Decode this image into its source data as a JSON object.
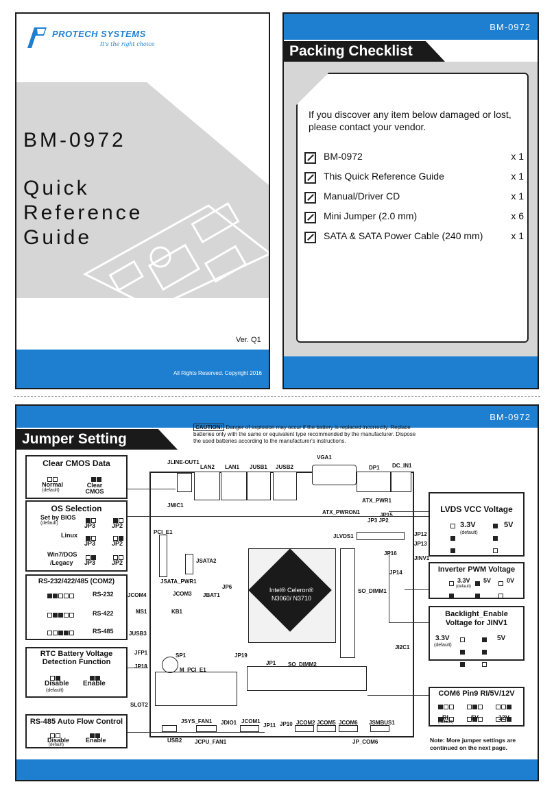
{
  "cover": {
    "brand": "PROTECH SYSTEMS",
    "tagline": "It's the right choice",
    "title_line1": "BM-0972",
    "title_line2": "Quick",
    "title_line3": "Reference",
    "title_line4": "Guide",
    "version": "Ver. Q1",
    "copyright": "All Rights Reserved. Copyright 2016"
  },
  "checklist": {
    "model": "BM-0972",
    "heading": "Packing Checklist",
    "intro": "If you discover any item below damaged or lost, please contact your vendor.",
    "items": [
      {
        "label": "BM-0972",
        "qty": "x 1"
      },
      {
        "label": "This Quick Reference Guide",
        "qty": "x 1"
      },
      {
        "label": "Manual/Driver CD",
        "qty": "x 1"
      },
      {
        "label": "Mini Jumper (2.0 mm)",
        "qty": "x 6"
      },
      {
        "label": "SATA & SATA Power Cable (240 mm)",
        "qty": "x 1"
      }
    ]
  },
  "jumper": {
    "model": "BM-0972",
    "heading": "Jumper Setting",
    "caution_tag": "CAUTION!",
    "caution_text": " Danger of explosion may occur if the battery is replaced incorrectly. Replace batteries only with the same or equivalent type recommended by the manufacturer. Dispose the used batteries according to the manufacturer's instructions.",
    "clear_cmos": {
      "title": "Clear CMOS Data",
      "normal": "Normal",
      "default": "(default)",
      "clear": "Clear CMOS"
    },
    "os": {
      "title": "OS Selection",
      "set_by_bios": "Set by BIOS",
      "default": "(default)",
      "linux": "Linux",
      "win7": "Win7/DOS",
      "legacy": "/Legacy",
      "jp3": "JP3",
      "jp2": "JP2"
    },
    "rs": {
      "title": "RS-232/422/485 (COM2)",
      "rs232": "RS-232",
      "rs422": "RS-422",
      "rs485": "RS-485"
    },
    "rtc": {
      "title": "RTC Battery Voltage Detection Function",
      "disable": "Disable",
      "enable": "Enable",
      "default": "(default)"
    },
    "rs485auto": {
      "title": "RS-485 Auto Flow Control",
      "disable": "Disable",
      "enable": "Enable",
      "default": "(default)"
    },
    "lvds": {
      "title": "LVDS VCC Voltage",
      "v33": "3.3V",
      "v5": "5V",
      "default": "(default)"
    },
    "pwm": {
      "title": "Inverter PWM Voltage",
      "v33": "3.3V",
      "v5": "5V",
      "v0": "0V",
      "default": "(default)"
    },
    "backlight": {
      "title": "Backlight_Enable Voltage for JINV1",
      "v33": "3.3V",
      "v5": "5V",
      "default": "(default)"
    },
    "com6": {
      "title": "COM6 Pin9 RI/5V/12V",
      "ri": "RI",
      "v5": "5V",
      "v12": "12V",
      "default": "(default)"
    },
    "note": "Note: More jumper settings are continued on the next page.",
    "cpu": {
      "brand": "Intel® Celeron®",
      "model": "N3060/ N3710"
    },
    "labels": {
      "vga1": "VGA1",
      "dp1": "DP1",
      "dc_in1": "DC_IN1",
      "jline": "JLINE-OUT1",
      "lan2": "LAN2",
      "lan1": "LAN1",
      "jusb1": "JUSB1",
      "jusb2": "JUSB2",
      "jmic1": "JMIC1",
      "atx_pwr1": "ATX_PWR1",
      "atx_pwron1": "ATX_PWRON1",
      "jp15": "JP15",
      "jp3jp2": "JP3  JP2",
      "jlvds1": "JLVDS1",
      "jp12": "JP12",
      "jp13": "JP13",
      "jp16": "JP16",
      "jinv1": "JINV1",
      "jp14": "JP14",
      "pci_e1": "PCI_E1",
      "jsata2": "JSATA2",
      "jsata_pwr1": "JSATA_PWR1",
      "jp6": "JP6",
      "jbat1": "JBAT1",
      "jcom4": "JCOM4",
      "jcom3": "JCOM3",
      "ms1": "MS1",
      "kb1": "KB1",
      "jusb3": "JUSB3",
      "jfp1": "JFP1",
      "sp1": "SP1",
      "jp18": "JP18",
      "m_pci_e1": "M_PCI_E1",
      "slot2": "SLOT2",
      "so_dimm1": "SO_DIMM1",
      "so_dimm2": "SO_DIMM2",
      "jp19": "JP19",
      "jp1": "JP1",
      "ji2c1": "JI2C1",
      "jsys_fan1": "JSYS_FAN1",
      "jdio1": "JDIO1",
      "jcom1": "JCOM1",
      "jp11": "JP11",
      "jp10": "JP10",
      "jcom2": "JCOM2",
      "jcom5": "JCOM5",
      "jcom6": "JCOM6",
      "jsmbus1": "JSMBUS1",
      "usb2": "USB2",
      "jcpu_fan1": "JCPU_FAN1",
      "jp_com6": "JP_COM6"
    }
  },
  "colors": {
    "accent": "#1e7fd1",
    "panel_gray": "#d6d6d6",
    "dark": "#1a1a1a"
  }
}
